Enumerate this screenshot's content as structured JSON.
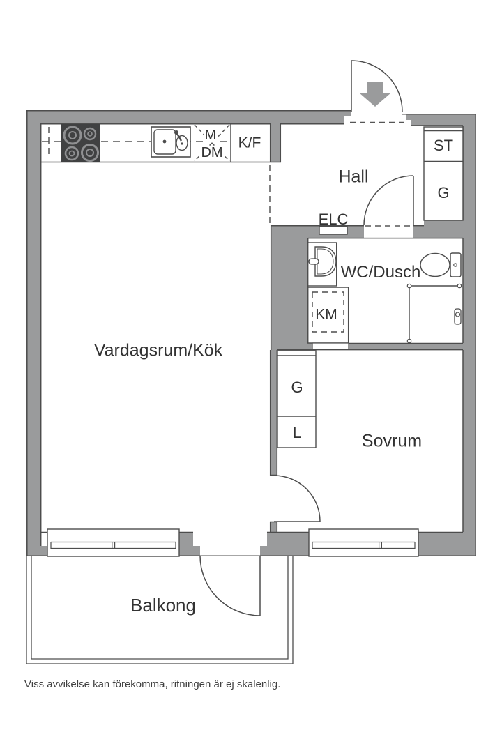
{
  "floorplan": {
    "rooms": {
      "living": "Vardagsrum/Kök",
      "hall": "Hall",
      "wc": "WC/Dusch",
      "bedroom": "Sovrum",
      "balcony": "Balkong"
    },
    "labels": {
      "microwave": "M",
      "dishwasher": "DM",
      "fridge_freezer": "K/F",
      "hall_closet_st": "ST",
      "hall_closet_g": "G",
      "electrical": "ELC",
      "washing_machine": "KM",
      "bedroom_closet_g": "G",
      "bedroom_closet_l": "L"
    },
    "icons": {
      "entrance_arrow": "down-arrow"
    },
    "disclaimer": "Viss avvikelse kan förekomma, ritningen är ej skalenlig.",
    "colors": {
      "wall": "#9a9b9c",
      "line": "#4d4d4d",
      "stove": "#404142",
      "burner_ring": "#8f9092",
      "text": "#323232"
    }
  }
}
